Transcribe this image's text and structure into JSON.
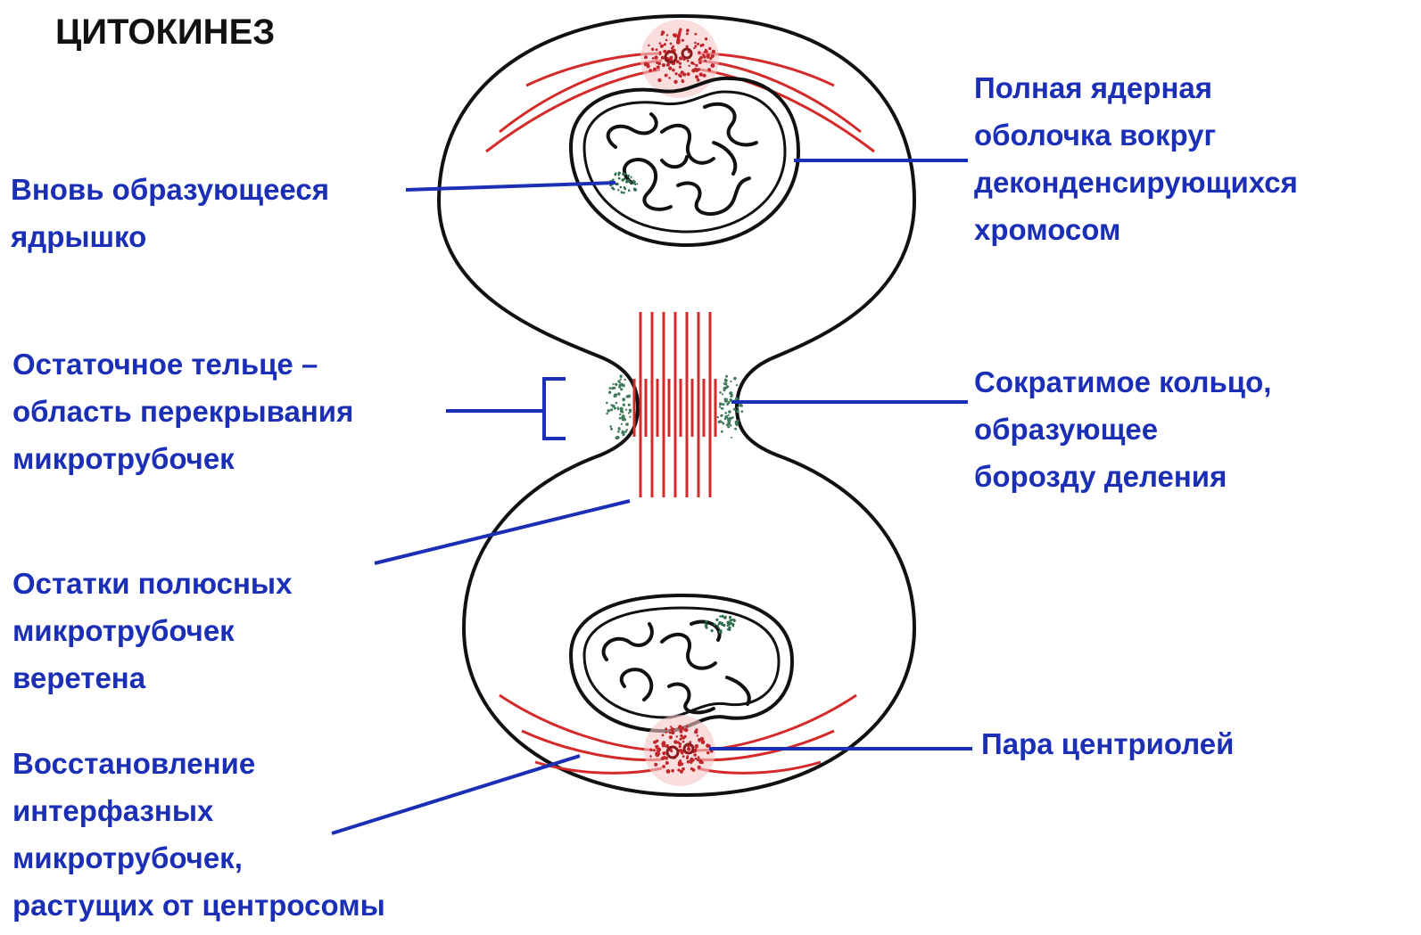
{
  "title": "ЦИТОКИНЕЗ",
  "labels": {
    "nucleolus": [
      "Вновь образующееся",
      "ядрышко"
    ],
    "residual_body": [
      "Остаточное тельце –",
      "область перекрывания",
      "микротрубочек"
    ],
    "polar_remnants": [
      "Остатки полюсных",
      "микротрубочек",
      "веретена"
    ],
    "interphase_mt": [
      "Восстановление",
      "интерфазных",
      "микротрубочек,",
      "растущих от центросомы"
    ],
    "nuclear_envelope": [
      "Полная ядерная",
      "оболочка вокруг",
      "деконденсирующихся",
      "хромосом"
    ],
    "contractile_ring": [
      "Сократимое кольцо,",
      "образующее",
      "борозду деления"
    ],
    "centriole_pair": [
      "Пара центриолей"
    ]
  },
  "colors": {
    "label_text": "#1a2fb5",
    "leader_line": "#1a2fb5",
    "microtubule": "#d42a2a",
    "outline": "#111111",
    "ring_dots": "#3f7a5a"
  }
}
